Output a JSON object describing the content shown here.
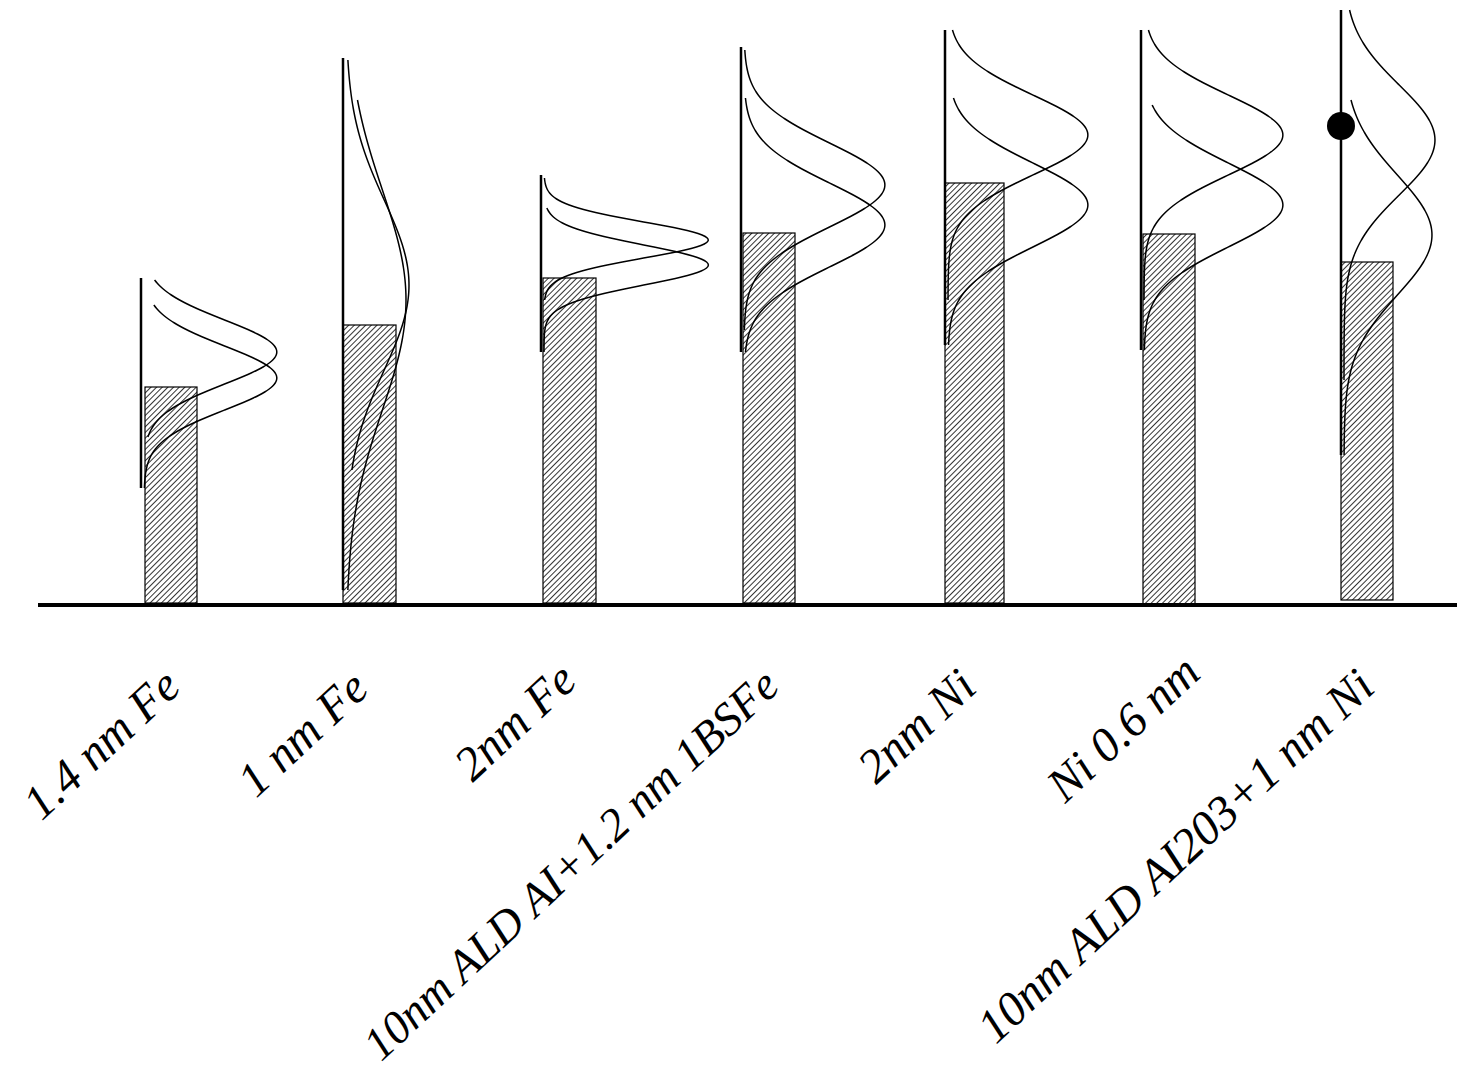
{
  "diagram": {
    "labels": [
      "1.4 nm Fe",
      "1 nm Fe",
      "2nm Fe",
      "10nm ALD AI+1.2 nm 1BSFe",
      "2nm Ni",
      "Ni 0.6 nm",
      "10nm ALD AI203+1 nm Ni"
    ]
  }
}
